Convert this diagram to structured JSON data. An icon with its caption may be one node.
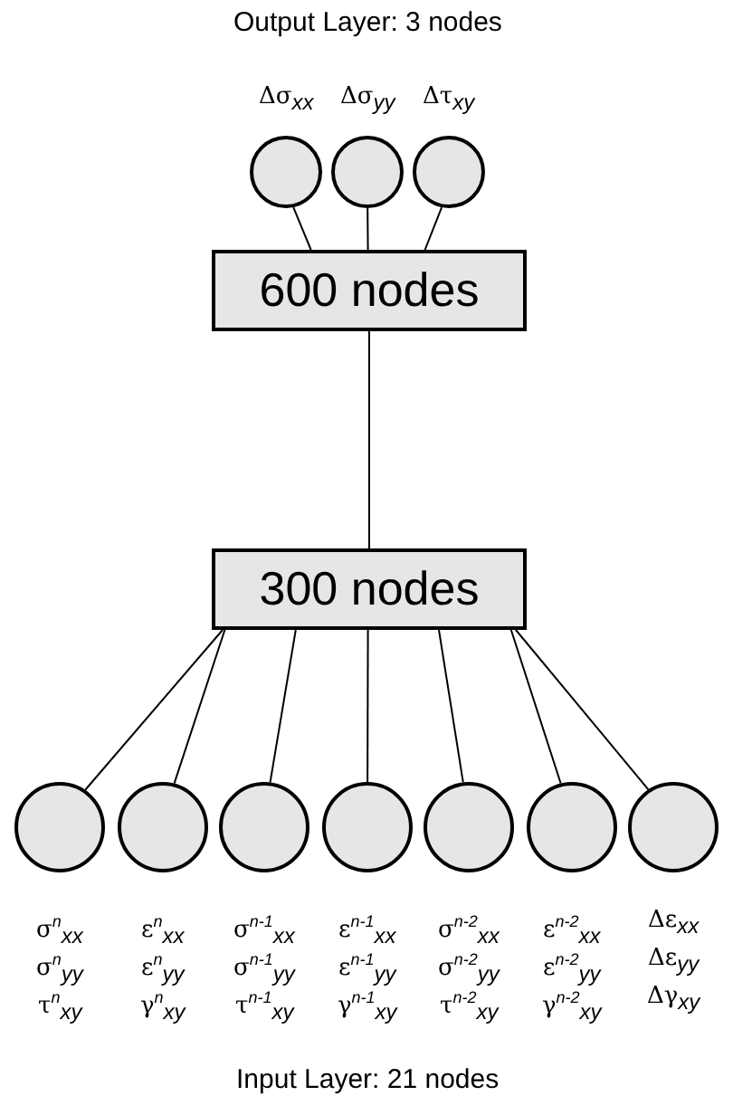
{
  "diagram": {
    "nodes": [
      {
        "text": [],
        "shape": "circle",
        "beside": [
          "Δσ$_{xx}$"
        ]
      },
      {
        "text": [],
        "shape": "circle",
        "beside": [
          "Δσ$_{yy}$"
        ]
      },
      {
        "text": [],
        "shape": "circle",
        "beside": [
          "Δτ$_{xy}$"
        ]
      },
      {
        "text": [
          "600 nodes"
        ]
      },
      {
        "text": [
          "300 nodes"
        ]
      },
      {
        "text": [],
        "shape": "circle",
        "beside": [
          "σ$^{n}$$_{xx}$",
          "σ$^{n}$$_{yy}$",
          "τ$^{n}$$_{xy}$"
        ]
      },
      {
        "text": [],
        "shape": "circle",
        "beside": [
          "ε$^{n}$$_{xx}$",
          "ε$^{n}$$_{yy}$",
          "γ$^{n}$$_{xy}$"
        ]
      },
      {
        "text": [],
        "shape": "circle",
        "beside": [
          "σ$^{n-1}$$_{xx}$",
          "σ$^{n-1}$$_{yy}$",
          "τ$^{n-1}$$_{xy}$"
        ]
      },
      {
        "text": [],
        "shape": "circle",
        "beside": [
          "ε$^{n-1}$$_{xx}$",
          "ε$^{n-1}$$_{yy}$",
          "γ$^{n-1}$$_{xy}$"
        ]
      },
      {
        "text": [],
        "shape": "circle",
        "beside": [
          "σ$^{n-2}$$_{xx}$",
          "σ$^{n-2}$$_{yy}$",
          "τ$^{n-2}$$_{xy}$"
        ]
      },
      {
        "text": [],
        "shape": "circle",
        "beside": [
          "ε$^{n-2}$$_{xx}$",
          "ε$^{n-2}$$_{yy}$",
          "γ$^{n-2}$$_{xy}$"
        ]
      },
      {
        "text": [],
        "shape": "circle",
        "beside": [
          "Δε$_{xx}$",
          "Δε$_{yy}$",
          "Δγ$_{xy}$"
        ]
      }
    ],
    "edges": [
      {
        "from": 5,
        "to": 4,
        "arrow": "none"
      },
      {
        "from": 6,
        "to": 4,
        "arrow": "none"
      },
      {
        "from": 7,
        "to": 4,
        "arrow": "none"
      },
      {
        "from": 8,
        "to": 4,
        "arrow": "none"
      },
      {
        "from": 9,
        "to": 4,
        "arrow": "none"
      },
      {
        "from": 10,
        "to": 4,
        "arrow": "none"
      },
      {
        "from": 11,
        "to": 4,
        "arrow": "none"
      },
      {
        "from": 4,
        "to": 3,
        "arrow": "none"
      },
      {
        "from": 3,
        "to": 0,
        "arrow": "none"
      },
      {
        "from": 3,
        "to": 1,
        "arrow": "none"
      },
      {
        "from": 3,
        "to": 2,
        "arrow": "none"
      }
    ],
    "labels": [
      "Output Layer: 3 nodes",
      "Input Layer: 21 nodes"
    ]
  }
}
